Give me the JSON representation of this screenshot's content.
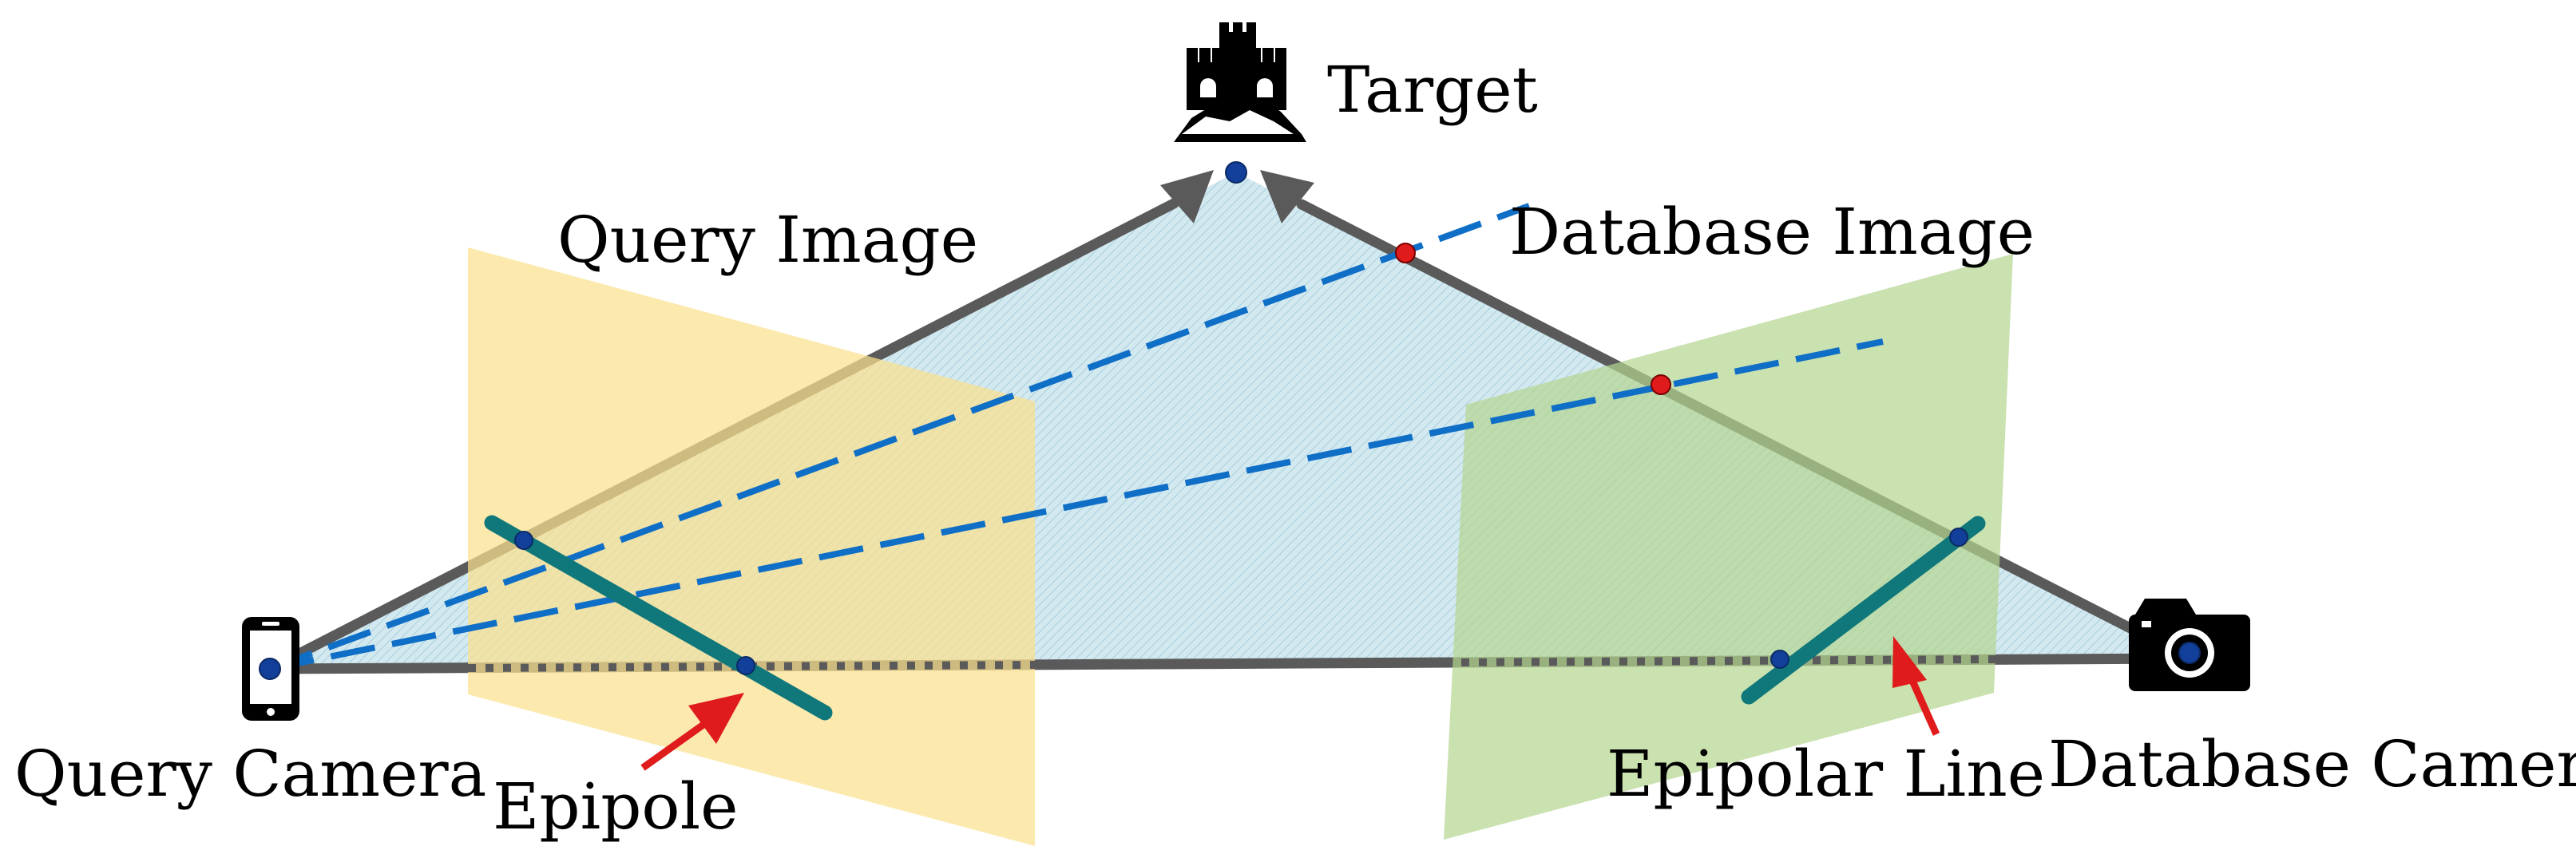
{
  "labels": {
    "target": "Target",
    "query_image": "Query Image",
    "database_image": "Database Image",
    "query_camera": "Query Camera",
    "epipole": "Epipole",
    "epipolar_line": "Epipolar Line",
    "database_camera": "Database Camera"
  },
  "icons": {
    "target": "castle-icon",
    "query_camera": "smartphone-icon",
    "database_camera": "camera-icon"
  },
  "colors": {
    "triangle_fill": "#cfe6ee",
    "query_plane": "#fbe6a6",
    "database_plane": "#c3dda3",
    "projection_ray": "#0f6ec6",
    "epipolar_line": "#10777a",
    "baseline": "#5a5a5a",
    "point_blue": "#123f99",
    "point_red": "#e01b1b",
    "arrow_red": "#e01b1b"
  }
}
